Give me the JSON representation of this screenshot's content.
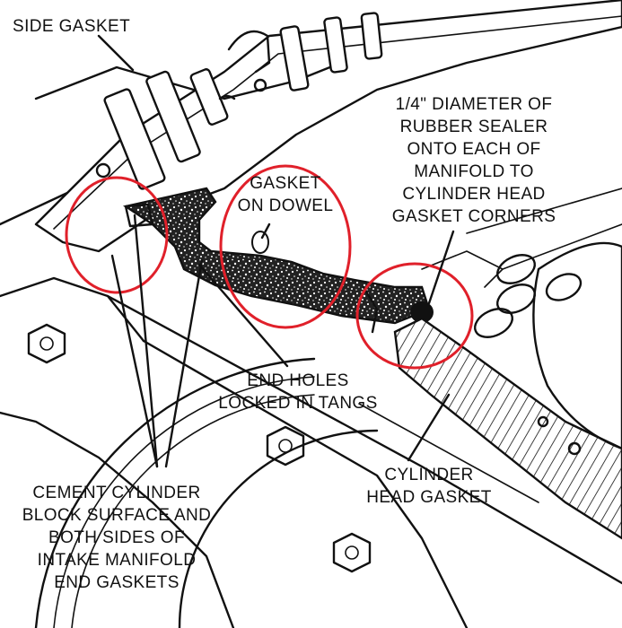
{
  "labels": {
    "side_gasket": "SIDE GASKET",
    "sealer": [
      "1/4\" DIAMETER OF",
      "RUBBER SEALER",
      "ONTO EACH OF",
      "MANIFOLD TO",
      "CYLINDER HEAD",
      "GASKET CORNERS"
    ],
    "gasket_on_dowel": [
      "GASKET",
      "ON DOWEL"
    ],
    "end_holes": [
      "END HOLES",
      "LOCKED IN TANGS"
    ],
    "cylinder_head_gasket": [
      "CYLINDER",
      "HEAD GASKET"
    ],
    "cement": [
      "CEMENT CYLINDER",
      "BLOCK SURFACE AND",
      "BOTH SIDES OF",
      "INTAKE MANIFOLD",
      "END GASKETS"
    ]
  },
  "colors": {
    "ink": "#111111",
    "highlight_circle": "#e0202a",
    "paper": "#ffffff",
    "gasket_fill": "#1a1a1a"
  }
}
